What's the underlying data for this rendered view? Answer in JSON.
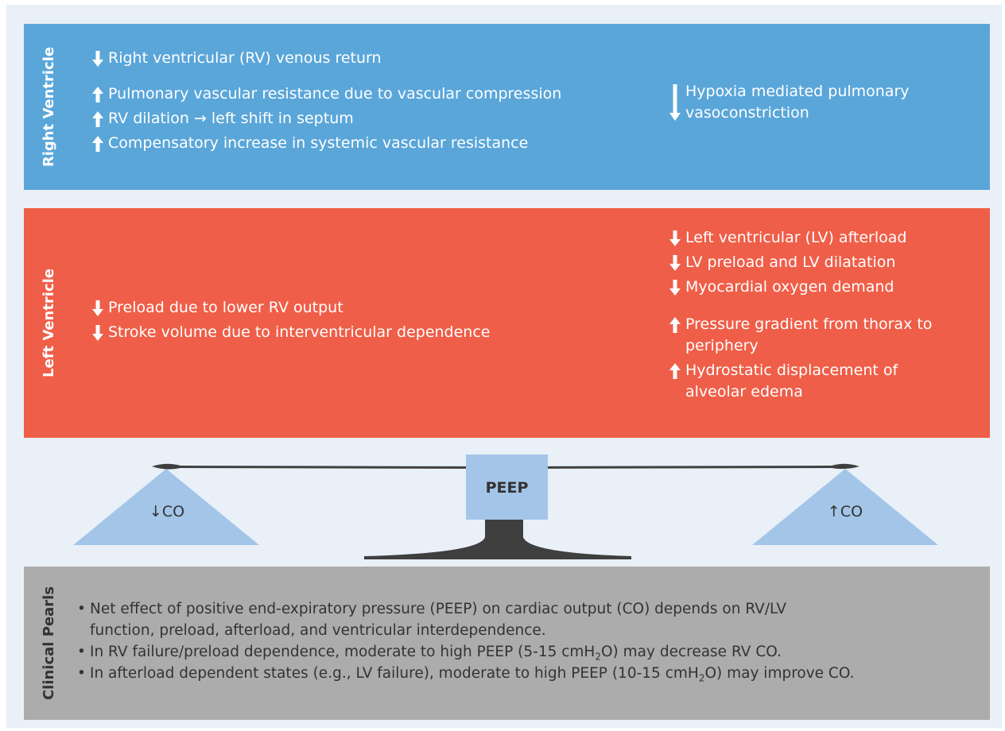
{
  "right_ventricle": {
    "label": "Right Ventricle",
    "left_items": [
      {
        "arrow": "down",
        "text": "Right ventricular (RV) venous return"
      },
      {
        "arrow": "up",
        "text": "Pulmonary vascular resistance due to vascular compression"
      },
      {
        "arrow": "up",
        "text": "RV dilation → left shift in septum"
      },
      {
        "arrow": "up",
        "text": "Compensatory increase in systemic vascular resistance"
      }
    ],
    "right_items": [
      {
        "arrow": "down",
        "line1": "Hypoxia mediated pulmonary",
        "line2": "vasoconstriction"
      }
    ]
  },
  "left_ventricle": {
    "label": "Left Ventricle",
    "left_items": [
      {
        "arrow": "down",
        "text": "Preload due to lower RV output"
      },
      {
        "arrow": "down",
        "text": "Stroke volume due to interventricular dependence"
      }
    ],
    "right_items": [
      {
        "arrow": "down",
        "line1": "Left ventricular (LV) afterload",
        "line2": ""
      },
      {
        "arrow": "down",
        "line1": "LV preload and LV dilatation",
        "line2": ""
      },
      {
        "arrow": "down",
        "line1": "Myocardial oxygen demand",
        "line2": ""
      },
      {
        "arrow": "up",
        "line1": "Pressure gradient from thorax to",
        "line2": "periphery"
      },
      {
        "arrow": "up",
        "line1": "Hydrostatic displacement of",
        "line2": "alveolar edema"
      }
    ]
  },
  "scale": {
    "center_label": "PEEP",
    "left_label": "↓CO",
    "right_label": "↑CO"
  },
  "clinical_pearls": {
    "label": "Clinical Pearls",
    "bullet": "•",
    "items": [
      {
        "line1": "Net effect of positive end-expiratory pressure (PEEP) on cardiac output (CO) depends on RV/LV",
        "line2": "function, preload, afterload, and ventricular interdependence."
      },
      {
        "before": "In RV failure/preload dependence, moderate to high PEEP (5-15 cmH",
        "sub": "2",
        "after": "O) may decrease RV CO."
      },
      {
        "before": "In afterload dependent states (e.g., LV failure), moderate to high PEEP (10-15 cmH",
        "sub": "2",
        "after": "O) may improve CO."
      }
    ]
  },
  "colors": {
    "background": "#eaf0f8",
    "right_ventricle": "#5aa6d9",
    "left_ventricle": "#ef5e48",
    "clinical_pearls": "#acacac",
    "scale_triangles": "#a3c5e8",
    "scale_beam": "#3f3f3f"
  }
}
